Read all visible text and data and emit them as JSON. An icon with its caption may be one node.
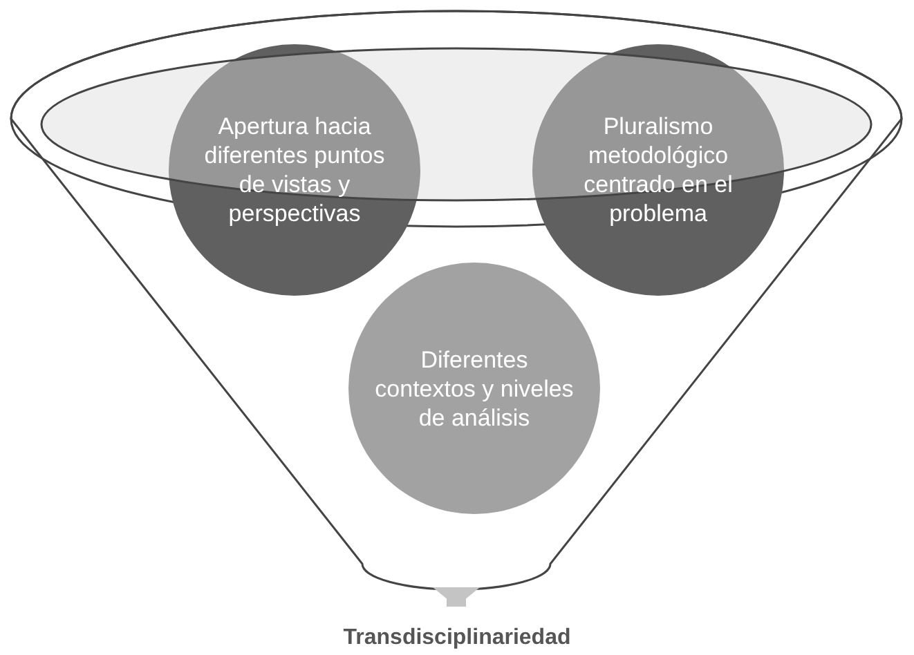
{
  "diagram": {
    "nodes": [
      {
        "text": [],
        "shape": "funnel"
      },
      {
        "text": [
          "Apertura hacia diferentes puntos de vistas y perspectivas"
        ],
        "in": 0
      },
      {
        "text": [
          "Pluralismo metodológico centrado en el problema"
        ],
        "in": 0
      },
      {
        "text": [
          "Diferentes contextos y niveles de análisis"
        ],
        "in": 0
      },
      {
        "text": [
          "Transdisciplinariedad"
        ]
      }
    ],
    "edges": [
      {
        "from": 0,
        "to": 4,
        "arrow": "to"
      }
    ]
  }
}
